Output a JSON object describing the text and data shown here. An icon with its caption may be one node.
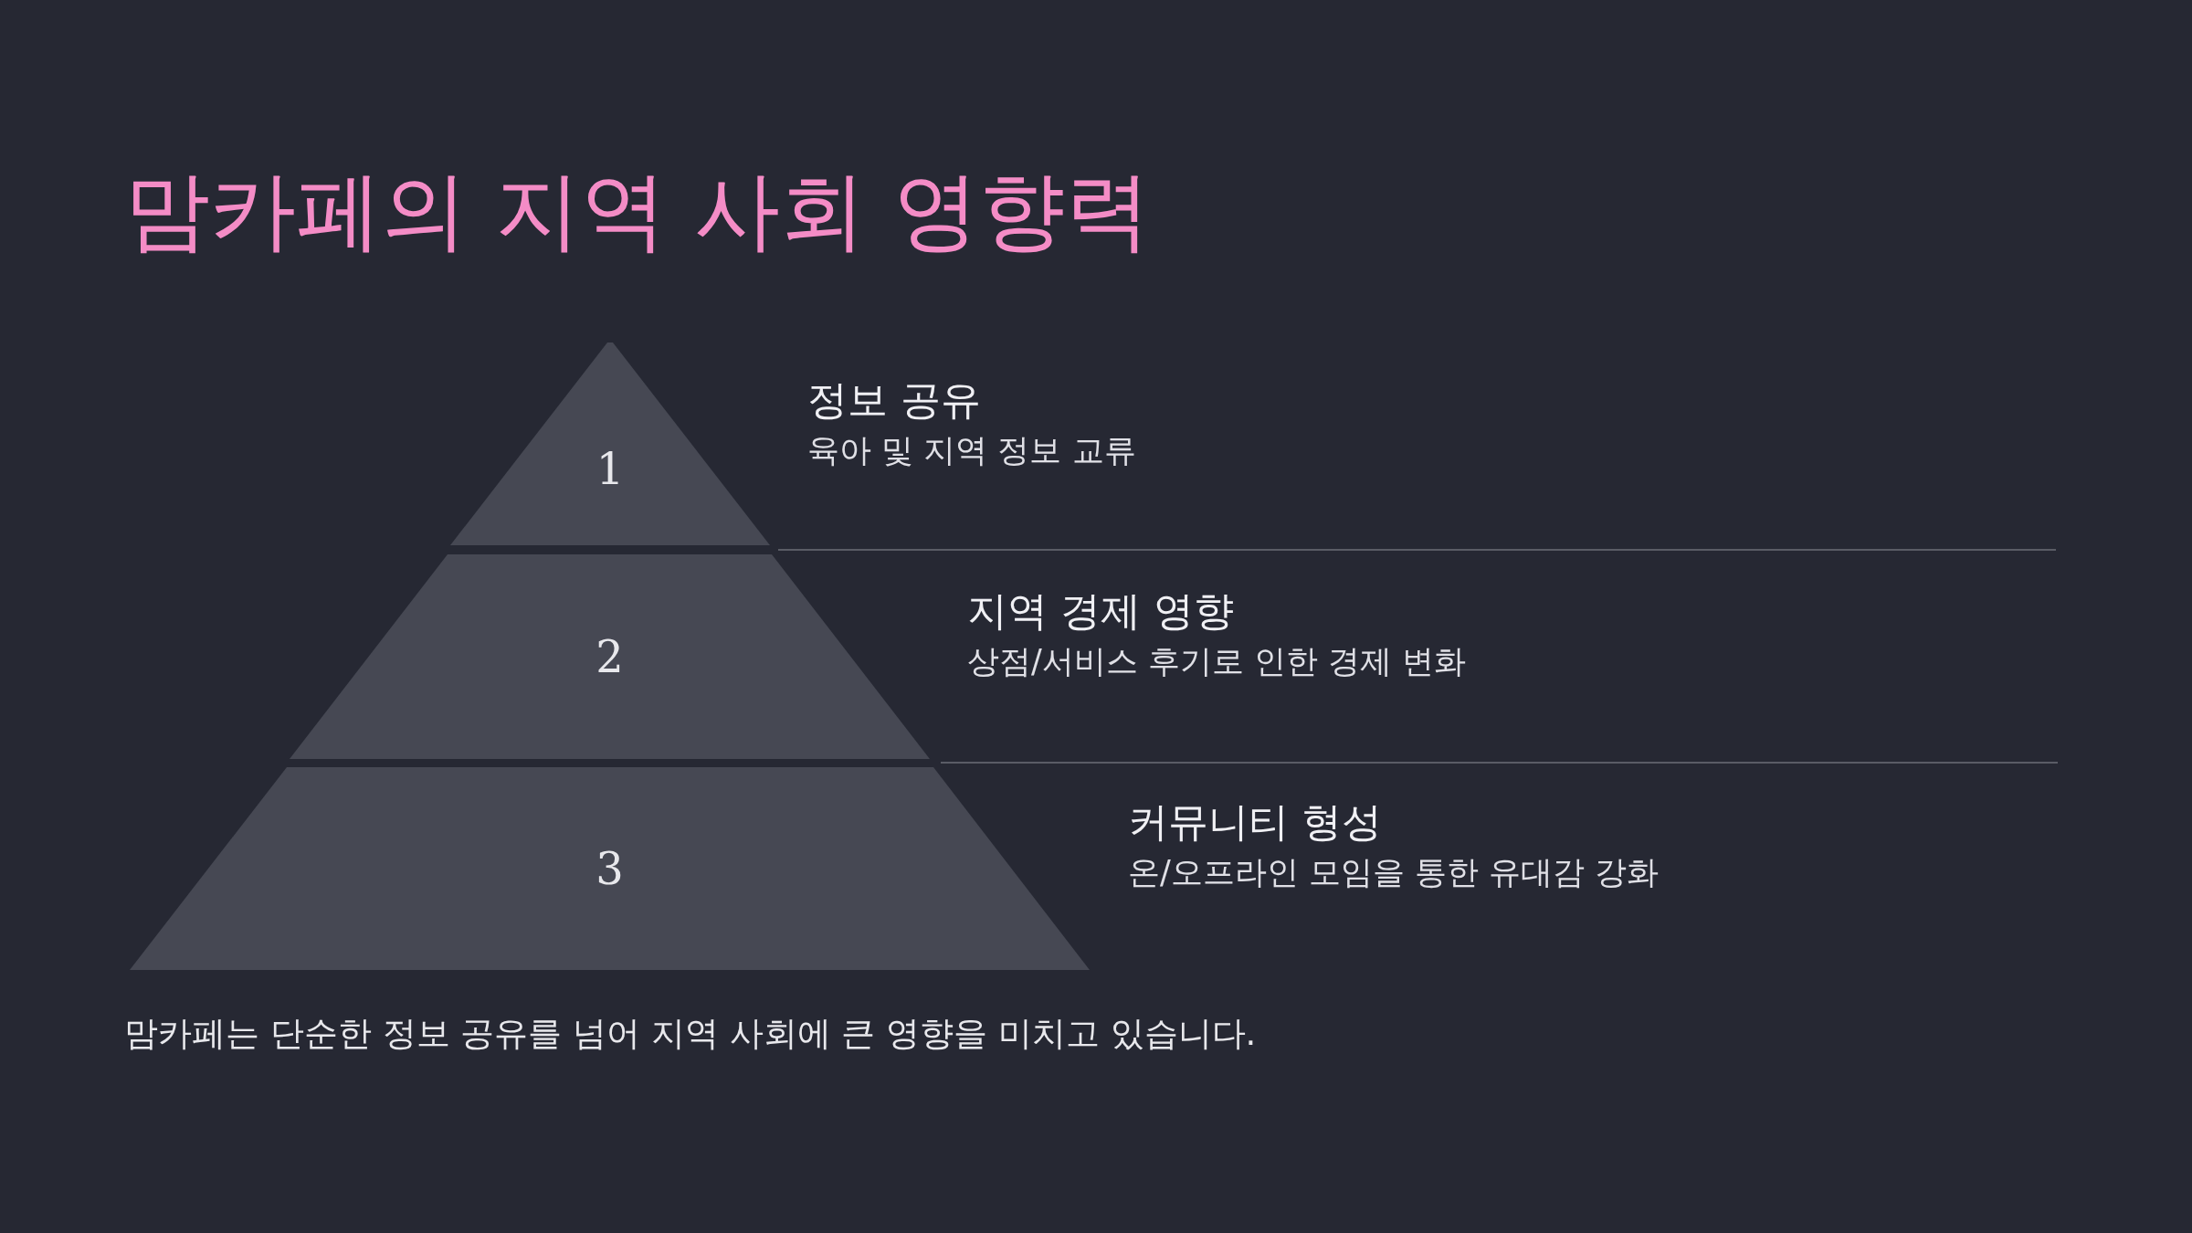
{
  "diagram": {
    "title": "맘카페의 지역 사회 영향력",
    "caption": "맘카페는 단순한 정보 공유를 넘어 지역 사회에 큰 영향을 미치고 있습니다.",
    "nodes": [
      {
        "text": [
          "1"
        ],
        "beside": [
          "정보 공유",
          "육아 및 지역 정보 교류"
        ]
      },
      {
        "text": [
          "2"
        ],
        "beside": [
          "지역 경제 영향",
          "상점/서비스 후기로 인한 경제 변화"
        ]
      },
      {
        "text": [
          "3"
        ],
        "beside": [
          "커뮤니티 형성",
          "온/오프라인 모임을 통한 유대감 강화"
        ]
      }
    ],
    "edges": []
  }
}
